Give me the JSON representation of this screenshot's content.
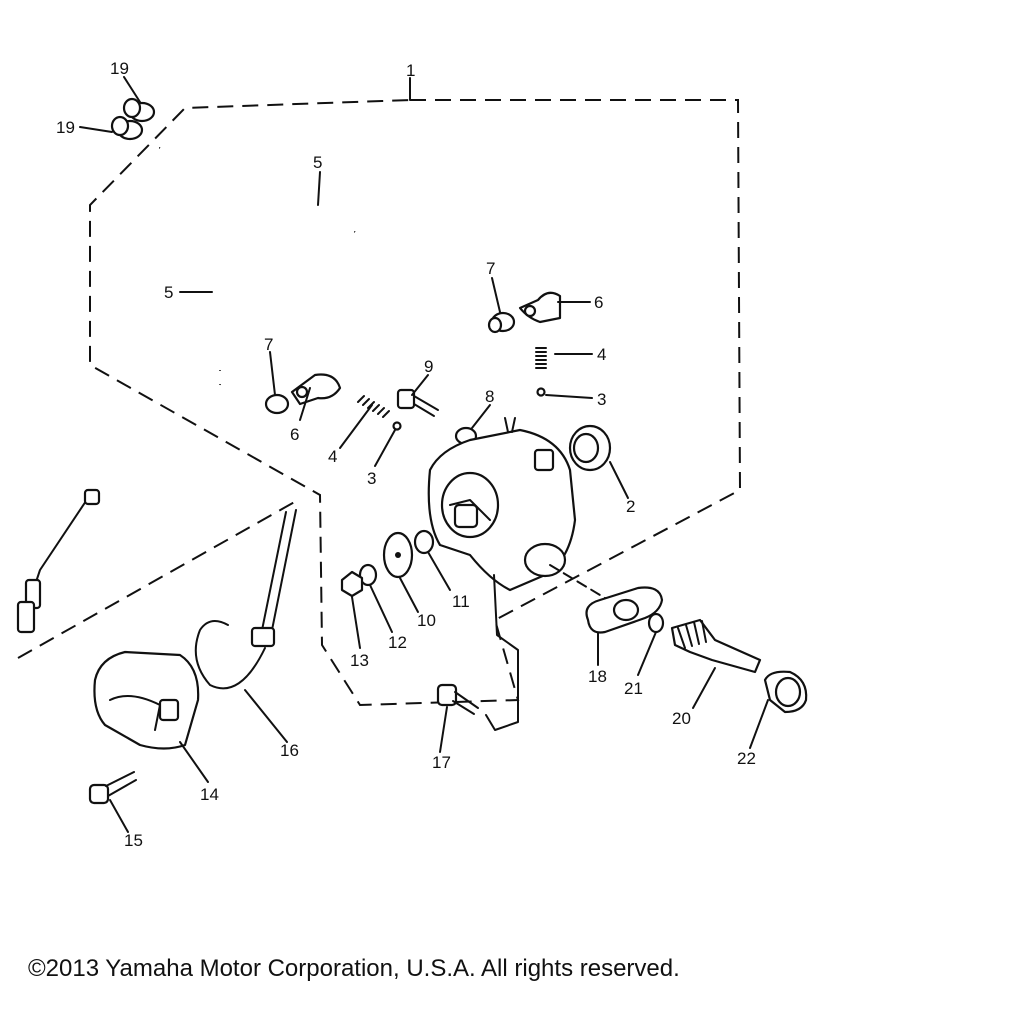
{
  "labels": {
    "p1": "1",
    "p2": "2",
    "p3a": "3",
    "p3b": "3",
    "p4a": "4",
    "p4b": "4",
    "p5a": "5",
    "p5b": "5",
    "p6a": "6",
    "p6b": "6",
    "p7a": "7",
    "p7b": "7",
    "p8": "8",
    "p9": "9",
    "p10": "10",
    "p11": "11",
    "p12": "12",
    "p13": "13",
    "p14": "14",
    "p15": "15",
    "p16": "16",
    "p17": "17",
    "p18": "18",
    "p19a": "19",
    "p19b": "19",
    "p20": "20",
    "p21": "21",
    "p22": "22"
  },
  "copyright": "©2013 Yamaha Motor Corporation, U.S.A. All rights reserved."
}
